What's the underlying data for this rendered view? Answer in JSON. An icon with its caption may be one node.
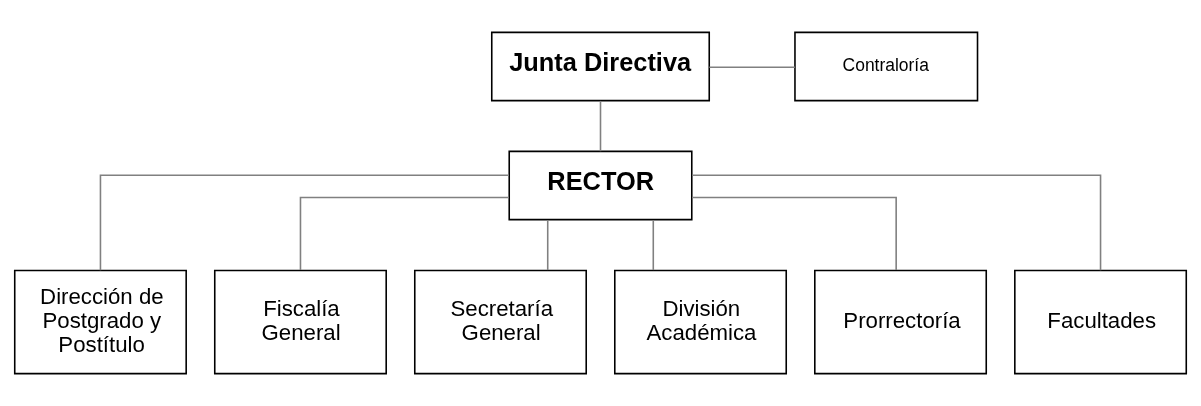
{
  "diagram": {
    "nodes": [
      {
        "text": [
          "Junta Directiva"
        ]
      },
      {
        "text": [
          "Contraloría"
        ]
      },
      {
        "text": [
          "RECTOR"
        ]
      },
      {
        "text": [
          "Dirección de Postgrado y Postítulo"
        ]
      },
      {
        "text": [
          "Fiscalía General"
        ]
      },
      {
        "text": [
          "Secretaría General"
        ]
      },
      {
        "text": [
          "División Académica"
        ]
      },
      {
        "text": [
          "Prorrectoría"
        ]
      },
      {
        "text": [
          "Facultades"
        ]
      }
    ],
    "edges": [
      {
        "from": 0,
        "to": 2,
        "arrow": "none"
      },
      {
        "from": 0,
        "to": 1,
        "arrow": "none"
      },
      {
        "from": 2,
        "to": 3,
        "arrow": "none"
      },
      {
        "from": 2,
        "to": 4,
        "arrow": "none"
      },
      {
        "from": 2,
        "to": 5,
        "arrow": "none"
      },
      {
        "from": 2,
        "to": 6,
        "arrow": "none"
      },
      {
        "from": 2,
        "to": 7,
        "arrow": "none"
      },
      {
        "from": 2,
        "to": 8,
        "arrow": "none"
      }
    ]
  }
}
